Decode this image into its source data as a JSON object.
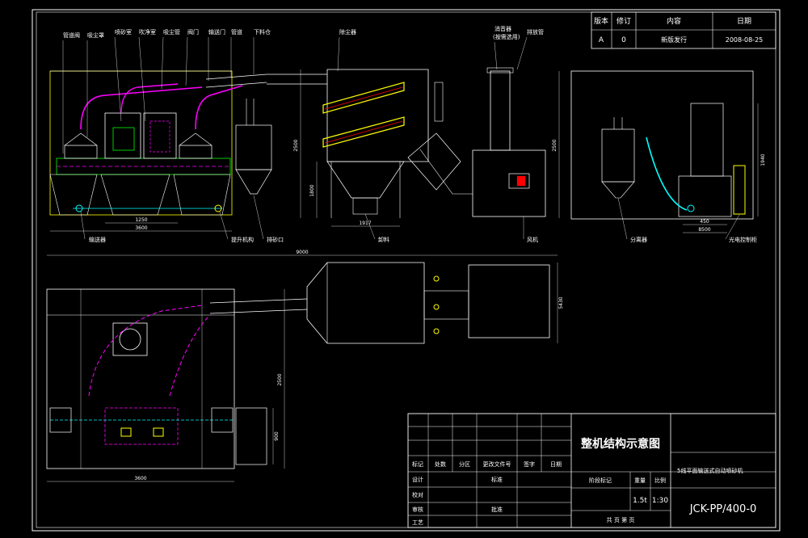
{
  "revision_table": {
    "headers": [
      "版本",
      "修订",
      "内容",
      "日期"
    ],
    "row": [
      "A",
      "0",
      "新版发行",
      "2008-08-25"
    ]
  },
  "labels_top": {
    "l1": "管道阀",
    "l2": "吸尘罩",
    "l3": "喷砂室",
    "l4": "吹净室",
    "l5": "吸尘管",
    "l6": "阀门",
    "l7": "输送门",
    "l8": "管道",
    "l9": "下料仓",
    "l10": "除尘器",
    "l11": "消音器",
    "l11b": "(按需选用)",
    "l12": "排放管"
  },
  "labels_bottom": {
    "b1": "输送器",
    "b2": "提升机构",
    "b3": "排砂口",
    "b4": "卸料",
    "b5": "风机",
    "b6": "分离器",
    "b7": "光电控制柜"
  },
  "dimensions": {
    "d1": "1250",
    "d2": "3600",
    "d3": "2500",
    "d4": "1800",
    "d5": "1917",
    "d6": "2500",
    "d7": "1940",
    "d8": "450",
    "d9": "8500",
    "d10": "9000",
    "d11": "5430",
    "d12": "2500",
    "d13": "900",
    "d14": "3600"
  },
  "title_block": {
    "title": "整机结构示意图",
    "subtitle": "5线平面输送式自动喷砂机",
    "drawing_no": "JCK-PP/400-0",
    "row_headers": [
      "标记",
      "处数",
      "分区",
      "更改文件号",
      "签字",
      "日期"
    ],
    "designer": "设计",
    "checker": "校对",
    "reviewer": "审核",
    "process": "工艺",
    "standard": "标准",
    "approve": "批准",
    "stage_mark": "阶段标记",
    "weight": "重量",
    "scale": "比例",
    "weight_value": "1.5t",
    "scale_value": "1:30",
    "sheets": "共  页  第  页"
  },
  "colors": {
    "background": "#000000",
    "frame": "#ffffff",
    "pipe": "#ff00ff",
    "equipment": "#00ffff",
    "highlight": "#ffff00",
    "accent_green": "#00ff00",
    "accent_red": "#ff0000"
  }
}
